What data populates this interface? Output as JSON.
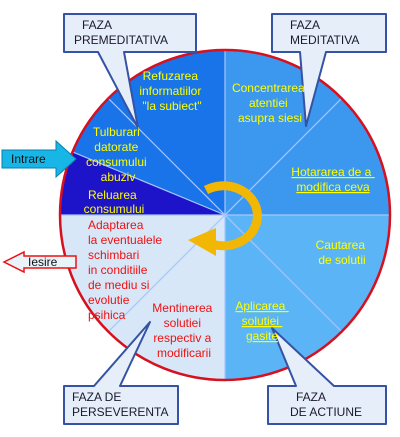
{
  "phases": {
    "premeditativa": [
      "FAZA",
      "PREMEDITATIVA"
    ],
    "meditativa": [
      "FAZA",
      "MEDITATIVA"
    ],
    "perseverenta": [
      "FAZA DE",
      "PERSEVERENTA"
    ],
    "actiune": [
      "FAZA",
      "DE ACTIUNE"
    ]
  },
  "segments": {
    "refuzarea": [
      "Refuzarea",
      "informatiilor",
      "\"la subiect\""
    ],
    "tulburari": [
      "Tulburari",
      "datorate",
      "consumului",
      "abuziv"
    ],
    "reluarea": [
      "Reluarea",
      "consumului"
    ],
    "concentrarea": [
      "Concentrarea",
      "atentiei",
      "asupra siesi"
    ],
    "hotararea": [
      "Hotararea de a",
      "modifica ceva"
    ],
    "cautarea": [
      "Cautarea",
      "de solutii"
    ],
    "aplicarea": [
      "Aplicarea",
      "solutiei",
      "gasite"
    ],
    "mentinerea": [
      "Mentinerea",
      "solutiei",
      "respectiv a",
      "modificarii"
    ],
    "adaptarea": [
      "Adaptarea",
      "la eventualele",
      "schimbari",
      "in conditiile",
      "de mediu si",
      "evolutie",
      "psihica"
    ]
  },
  "arrows": {
    "intrare": "Intrare",
    "iesire": "Iesire"
  },
  "colors": {
    "navy": "#1d13c8",
    "blue": "#1874e8",
    "light_blue": "#5ab4f6",
    "pale_blue": "#d7e7f8",
    "cycle_arrow": "#f2b705",
    "circle_border": "#d6101f",
    "divider_lines": "#a6c6ff",
    "yellow_text": "#ffff00",
    "red_text": "#ee1111",
    "callout_fill": "#e6eef9",
    "callout_border": "#3552a4",
    "intrare_fill": "#18b6e6",
    "iesire_fill": "#e9f3fa"
  }
}
